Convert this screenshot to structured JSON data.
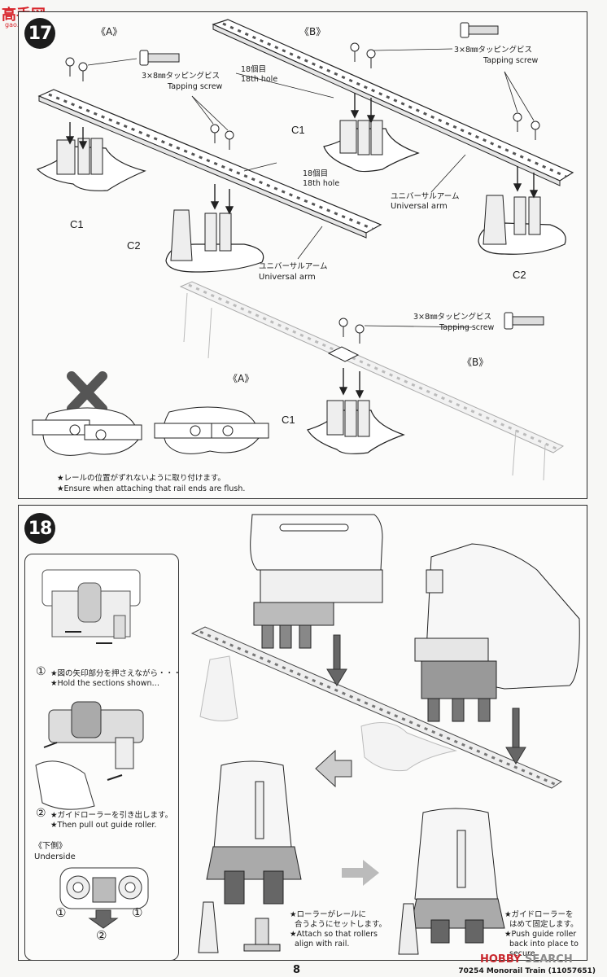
{
  "watermark": {
    "text": "高手网",
    "url": "gao.shou.com"
  },
  "step17": {
    "number": "17",
    "label_a": "《A》",
    "label_b": "《B》",
    "screw_jp": "3×8㎜タッピングビス",
    "screw_en": "Tapping screw",
    "hole_jp": "18個目",
    "hole_en": "18th hole",
    "arm_jp": "ユニバーサルアーム",
    "arm_en": "Universal arm",
    "part_c1": "C1",
    "part_c2": "C2",
    "note_jp": "★レールの位置がずれないように取り付けます。",
    "note_en": "★Ensure when attaching that rail ends are flush."
  },
  "step18": {
    "number": "18",
    "inset_1_jp": "★図の矢印部分を押さえながら・・・",
    "inset_1_en": "★Hold the sections shown…",
    "inset_2_jp": "★ガイドローラーを引き出します。",
    "inset_2_en": "★Then pull out guide roller.",
    "underside_jp": "《下側》",
    "underside_en": "Underside",
    "circle_1": "①",
    "circle_2": "②",
    "attach_jp1": "★ローラーがレールに",
    "attach_jp2": "合うようにセットします。",
    "attach_en1": "★Attach so that rollers",
    "attach_en2": "align with rail.",
    "push_jp1": "★ガイドローラーを",
    "push_jp2": "はめて固定します。",
    "push_en1": "★Push guide roller",
    "push_en2": "back into place to",
    "push_en3": "secure."
  },
  "footer": {
    "page": "8",
    "code": "70254  Monorail Train (11057651)",
    "logo_a": "HOBBY",
    "logo_b": "SEARCH"
  }
}
